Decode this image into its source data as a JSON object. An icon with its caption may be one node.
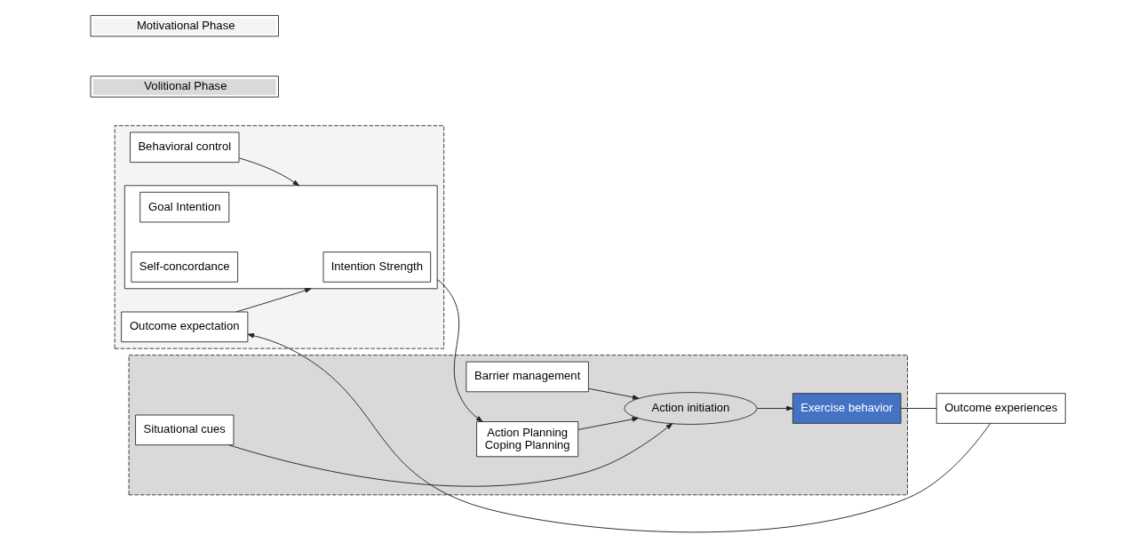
{
  "diagram": {
    "nodes": [
      {
        "text": [],
        "shape": "box"
      },
      {
        "text": [
          "Behavioral control"
        ],
        "in": 0
      },
      {
        "text": [
          "Outcome expectation"
        ],
        "in": 0
      },
      {
        "text": [],
        "shape": "box",
        "in": 0
      },
      {
        "text": [
          "Intention Strength"
        ],
        "in": 3
      },
      {
        "text": [
          "Goal Intention"
        ],
        "in": 3
      },
      {
        "text": [
          "Self-concordance"
        ],
        "in": 3
      },
      {
        "text": [],
        "shape": "box"
      },
      {
        "text": [
          "Barrier management"
        ],
        "in": 7
      },
      {
        "text": [
          "Action Planning",
          "Coping Planning"
        ],
        "in": 7
      },
      {
        "text": [
          "Action initiation"
        ],
        "in": 7
      },
      {
        "text": [
          "Exercise behavior"
        ],
        "in": 7
      },
      {
        "text": [
          "Situational cues"
        ],
        "in": 7
      },
      {
        "text": [
          "Outcome experiences"
        ]
      }
    ],
    "edges": [
      {
        "from": 1,
        "to": 3,
        "arrow": "to"
      },
      {
        "from": 2,
        "to": 3,
        "arrow": "to"
      },
      {
        "from": 3,
        "to": 9,
        "arrow": "to"
      },
      {
        "from": 8,
        "to": 10,
        "arrow": "to"
      },
      {
        "from": 9,
        "to": 10,
        "arrow": "to"
      },
      {
        "from": 12,
        "to": 10,
        "arrow": "to"
      },
      {
        "from": 10,
        "to": 11,
        "arrow": "to"
      },
      {
        "from": 11,
        "to": 13,
        "arrow": "none"
      },
      {
        "from": 13,
        "to": 2,
        "arrow": "to"
      }
    ],
    "legend": [
      {
        "text": "Motivational Phase",
        "color": "#f3f4f6"
      },
      {
        "text": "Volitional Phase",
        "color": "#d9d9d9"
      }
    ]
  }
}
